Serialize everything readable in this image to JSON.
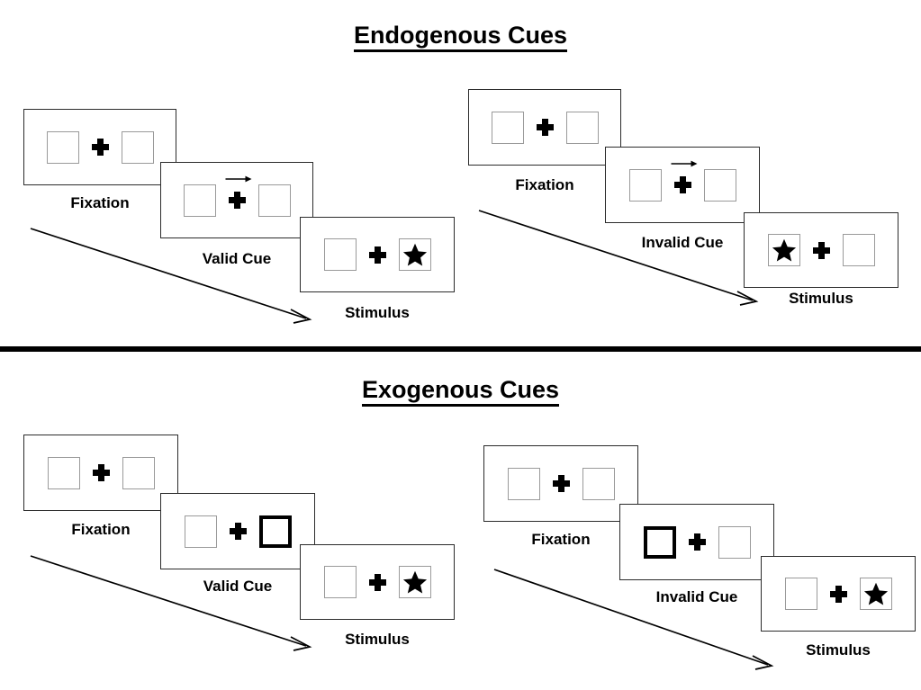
{
  "page": {
    "background": "#ffffff",
    "line_color": "#2b2b2b",
    "box_border_color": "#9a9a9a",
    "cue_border_color": "#000000",
    "accent": "#000000"
  },
  "sections": [
    {
      "id": "endogenous",
      "title": "Endogenous Cues",
      "conditions": [
        {
          "id": "endogenous-valid",
          "frames": [
            {
              "id": "fixation",
              "label": "Fixation",
              "cue_type": "none",
              "cued_side": "none",
              "star_side": "none"
            },
            {
              "id": "cue",
              "label": "Valid Cue",
              "cue_type": "arrow",
              "arrow_direction": "right",
              "cued_side": "right",
              "star_side": "none"
            },
            {
              "id": "stimulus",
              "label": "Stimulus",
              "cue_type": "none",
              "cued_side": "none",
              "star_side": "right"
            }
          ]
        },
        {
          "id": "endogenous-invalid",
          "frames": [
            {
              "id": "fixation",
              "label": "Fixation",
              "cue_type": "none",
              "cued_side": "none",
              "star_side": "none"
            },
            {
              "id": "cue",
              "label": "Invalid Cue",
              "cue_type": "arrow",
              "arrow_direction": "right",
              "cued_side": "right",
              "star_side": "none"
            },
            {
              "id": "stimulus",
              "label": "Stimulus",
              "cue_type": "none",
              "cued_side": "none",
              "star_side": "left"
            }
          ]
        }
      ]
    },
    {
      "id": "exogenous",
      "title": "Exogenous Cues",
      "conditions": [
        {
          "id": "exogenous-valid",
          "frames": [
            {
              "id": "fixation",
              "label": "Fixation",
              "cue_type": "none",
              "cued_side": "none",
              "star_side": "none"
            },
            {
              "id": "cue",
              "label": "Valid Cue",
              "cue_type": "box-highlight",
              "cued_side": "right",
              "star_side": "none"
            },
            {
              "id": "stimulus",
              "label": "Stimulus",
              "cue_type": "none",
              "cued_side": "none",
              "star_side": "right"
            }
          ]
        },
        {
          "id": "exogenous-invalid",
          "frames": [
            {
              "id": "fixation",
              "label": "Fixation",
              "cue_type": "none",
              "cued_side": "none",
              "star_side": "none"
            },
            {
              "id": "cue",
              "label": "Invalid Cue",
              "cue_type": "box-highlight",
              "cued_side": "left",
              "star_side": "none"
            },
            {
              "id": "stimulus",
              "label": "Stimulus",
              "cue_type": "none",
              "cued_side": "none",
              "star_side": "right"
            }
          ]
        }
      ]
    }
  ],
  "labels": {
    "endogenous_title": "Endogenous Cues",
    "exogenous_title": "Exogenous Cues",
    "fixation": "Fixation",
    "valid_cue": "Valid Cue",
    "invalid_cue": "Invalid Cue",
    "stimulus": "Stimulus"
  }
}
